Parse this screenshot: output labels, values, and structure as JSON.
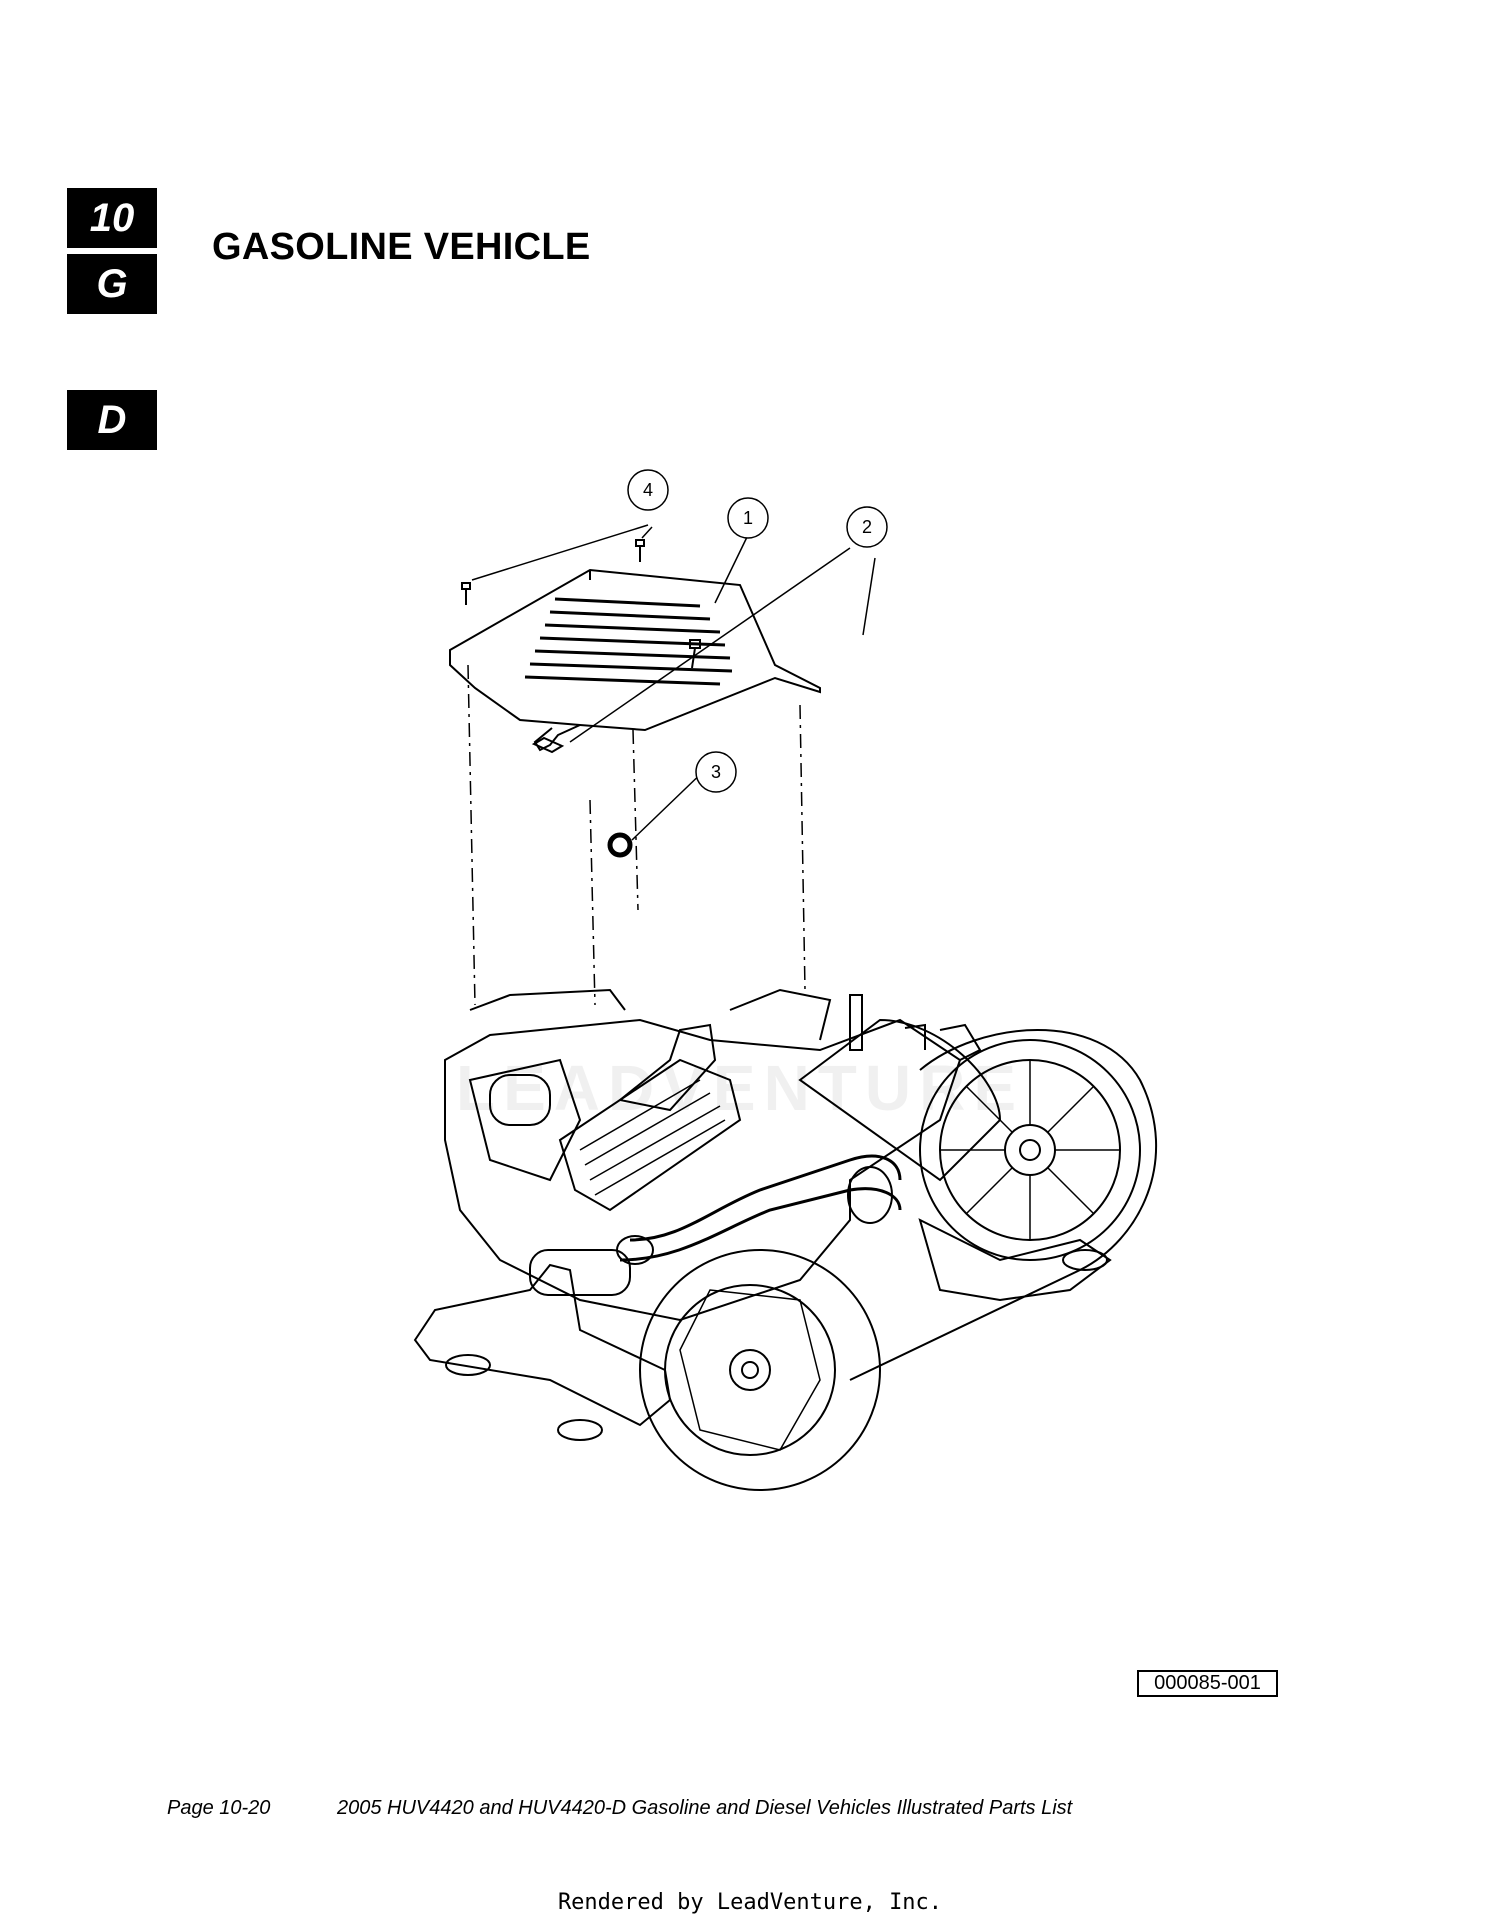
{
  "tabs": {
    "section": "10",
    "letter_g": "G",
    "letter_d": "D"
  },
  "page_title": "GASOLINE VEHICLE",
  "callouts": [
    "1",
    "2",
    "3",
    "4"
  ],
  "watermark_text": "LEADVENTURE",
  "figure_id": "000085-001",
  "footer": {
    "page_number": "Page 10-20",
    "document_title": "2005 HUV4420 and HUV4420-D Gasoline and Diesel Vehicles Illustrated Parts List"
  },
  "rendered_by": "Rendered by LeadVenture, Inc."
}
